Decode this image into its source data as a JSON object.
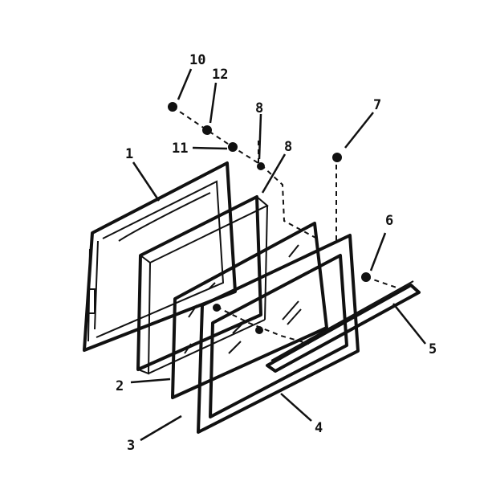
{
  "diagram": {
    "callouts": {
      "c1": "1",
      "c2": "2",
      "c3": "3",
      "c4": "4",
      "c5": "5",
      "c6": "6",
      "c7": "7",
      "c8a": "8",
      "c8b": "8",
      "c10": "10",
      "c11": "11",
      "c12": "12"
    }
  }
}
